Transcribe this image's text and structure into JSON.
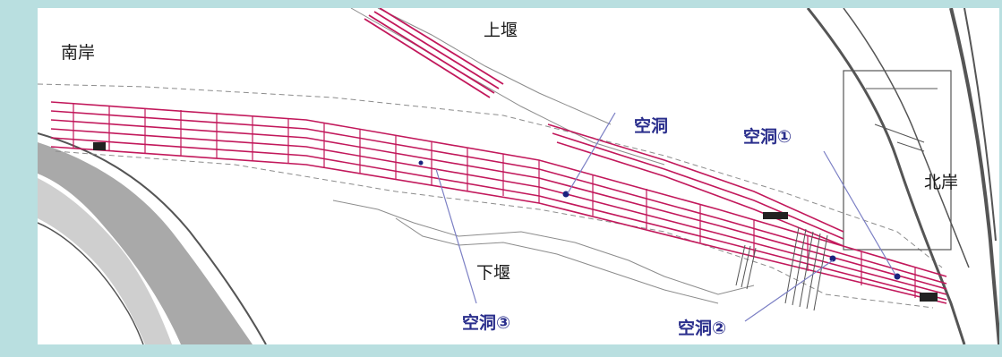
{
  "map": {
    "labels": {
      "south_bank": "南岸",
      "upper_weir": "上堰",
      "lower_weir": "下堰",
      "north_bank": "北岸"
    },
    "cavities": {
      "cavity": "空洞",
      "cavity_1": "空洞①",
      "cavity_2": "空洞②",
      "cavity_3": "空洞③"
    },
    "colors": {
      "frame_background": "#b9dfe0",
      "map_background": "#ffffff",
      "girder_grid": "#c2185b",
      "cavity_marker": "#1a237e",
      "leader_line": "#7b7fc4",
      "label_blue": "#2a2e8c",
      "road_gray": "#8a8a8a"
    }
  }
}
